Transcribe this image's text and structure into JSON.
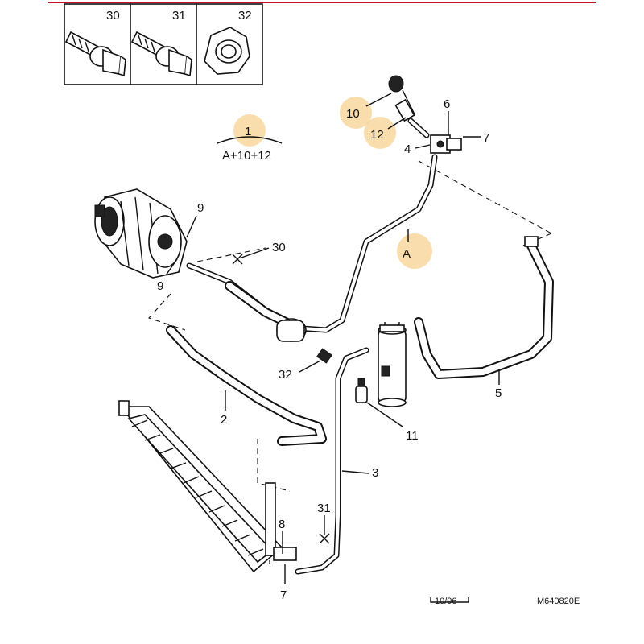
{
  "fastener_boxes": [
    {
      "number": "30"
    },
    {
      "number": "31"
    },
    {
      "number": "32"
    }
  ],
  "kit_label": {
    "number": "1",
    "contents": "A+10+12"
  },
  "callouts": [
    {
      "id": "c10",
      "text": "10",
      "highlighted": true
    },
    {
      "id": "c12",
      "text": "12",
      "highlighted": true
    },
    {
      "id": "c6",
      "text": "6",
      "highlighted": false
    },
    {
      "id": "c7top",
      "text": "7",
      "highlighted": false
    },
    {
      "id": "c4",
      "text": "4",
      "highlighted": false
    },
    {
      "id": "cA",
      "text": "A",
      "highlighted": true
    },
    {
      "id": "c9top",
      "text": "9",
      "highlighted": false
    },
    {
      "id": "c9bot",
      "text": "9",
      "highlighted": false
    },
    {
      "id": "c30",
      "text": "30",
      "highlighted": false
    },
    {
      "id": "c32",
      "text": "32",
      "highlighted": false
    },
    {
      "id": "c2",
      "text": "2",
      "highlighted": false
    },
    {
      "id": "c11",
      "text": "11",
      "highlighted": false
    },
    {
      "id": "c5",
      "text": "5",
      "highlighted": false
    },
    {
      "id": "c3",
      "text": "3",
      "highlighted": false
    },
    {
      "id": "c31",
      "text": "31",
      "highlighted": false
    },
    {
      "id": "c8",
      "text": "8",
      "highlighted": false
    },
    {
      "id": "c7bot",
      "text": "7",
      "highlighted": false
    }
  ],
  "footer": {
    "date": "10/96",
    "reference": "M640820E"
  },
  "colors": {
    "highlight": "#f6c777",
    "top_rule": "#c8102e",
    "ink": "#111111"
  }
}
